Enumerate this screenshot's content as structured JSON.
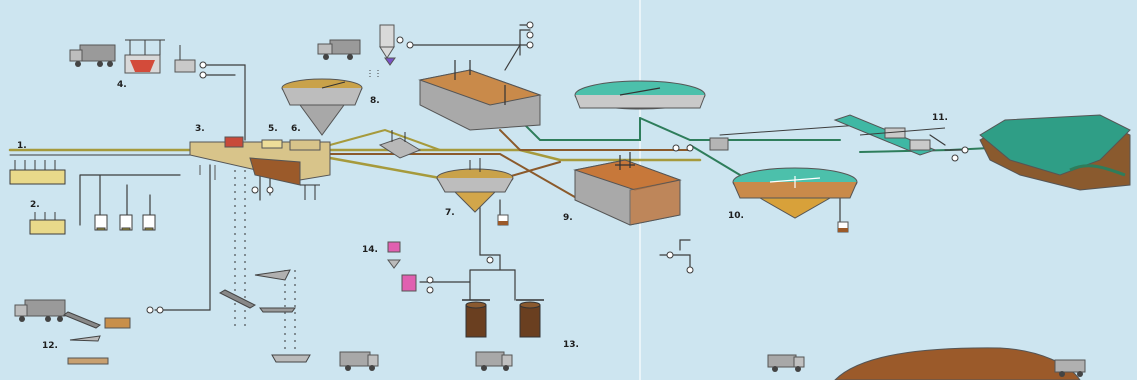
{
  "diagram": {
    "colors": {
      "background": "#cde5f0",
      "pipe_dark": "#3d3d3d",
      "pipe_olive": "#a69a3c",
      "pipe_green": "#2e7d5b",
      "pipe_brown": "#8b5a2b",
      "water": "#3fb8a4",
      "sludge": "#9b5a2a",
      "tank_gray": "#b8b8b8",
      "chemical_pink": "#e060b0"
    },
    "labels": {
      "n1": "1.",
      "n2": "2.",
      "n3": "3.",
      "n4": "4.",
      "n5": "5.",
      "n6": "6.",
      "n7": "7.",
      "n8": "8.",
      "n9": "9.",
      "n10": "10.",
      "n11": "11.",
      "n12": "12.",
      "n13": "13.",
      "n14": "14."
    }
  }
}
